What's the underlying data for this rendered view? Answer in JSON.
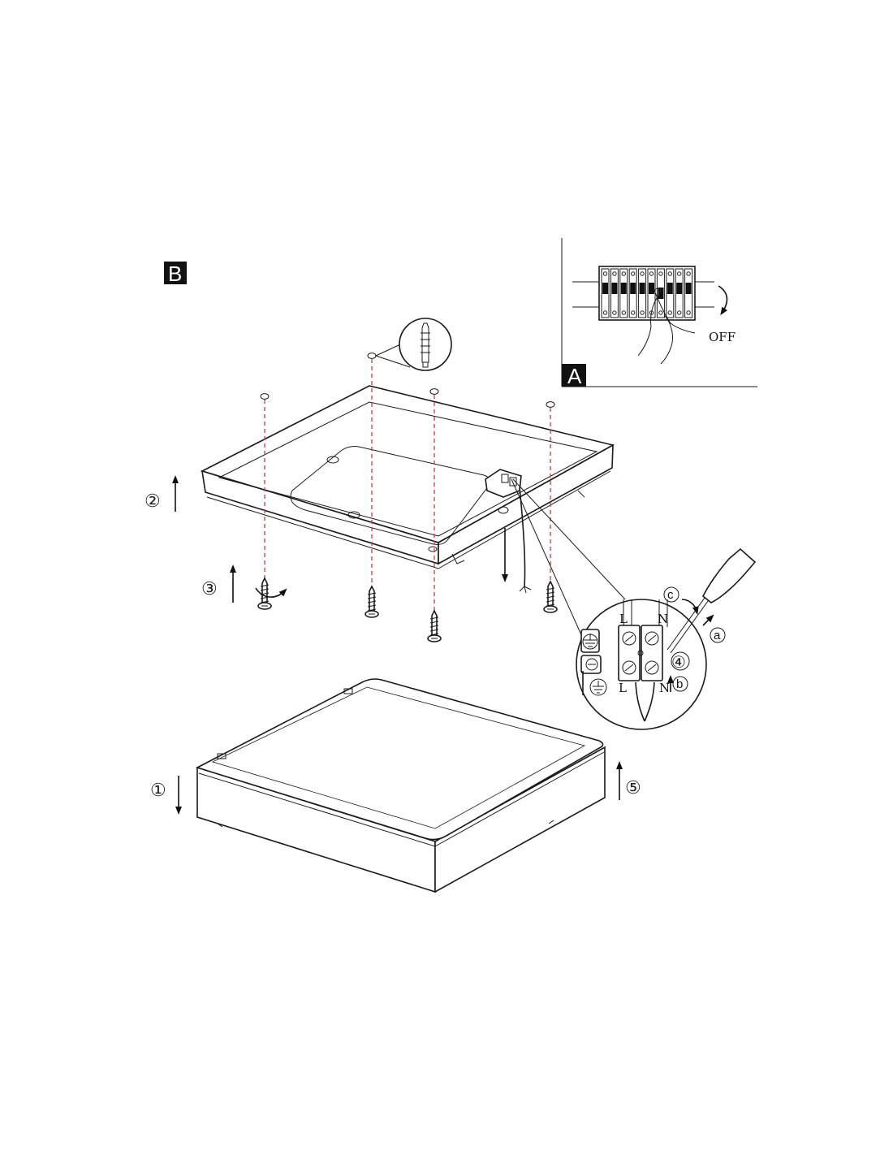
{
  "panels": {
    "a": {
      "label": "A",
      "off_text": "OFF"
    },
    "b": {
      "label": "B"
    }
  },
  "steps": {
    "s1": "①",
    "s2": "②",
    "s3": "③",
    "s4": "④",
    "s5": "⑤"
  },
  "terminal": {
    "live_top": "L",
    "neutral_top": "N",
    "live_bottom": "L",
    "neutral_bottom": "N",
    "sub_a": "a",
    "sub_b": "b",
    "sub_c": "c"
  },
  "icons": {
    "earth": "earth-ground-icon",
    "screwdriver": "screwdriver-icon",
    "breaker": "circuit-breaker-icon",
    "screw": "screw-icon",
    "wall_plug": "wall-plug-icon",
    "hand": "hand-icon"
  },
  "colors": {
    "line": "#1a1a1a",
    "drill_guide": "#d23a3a",
    "label_bg": "#111111"
  }
}
